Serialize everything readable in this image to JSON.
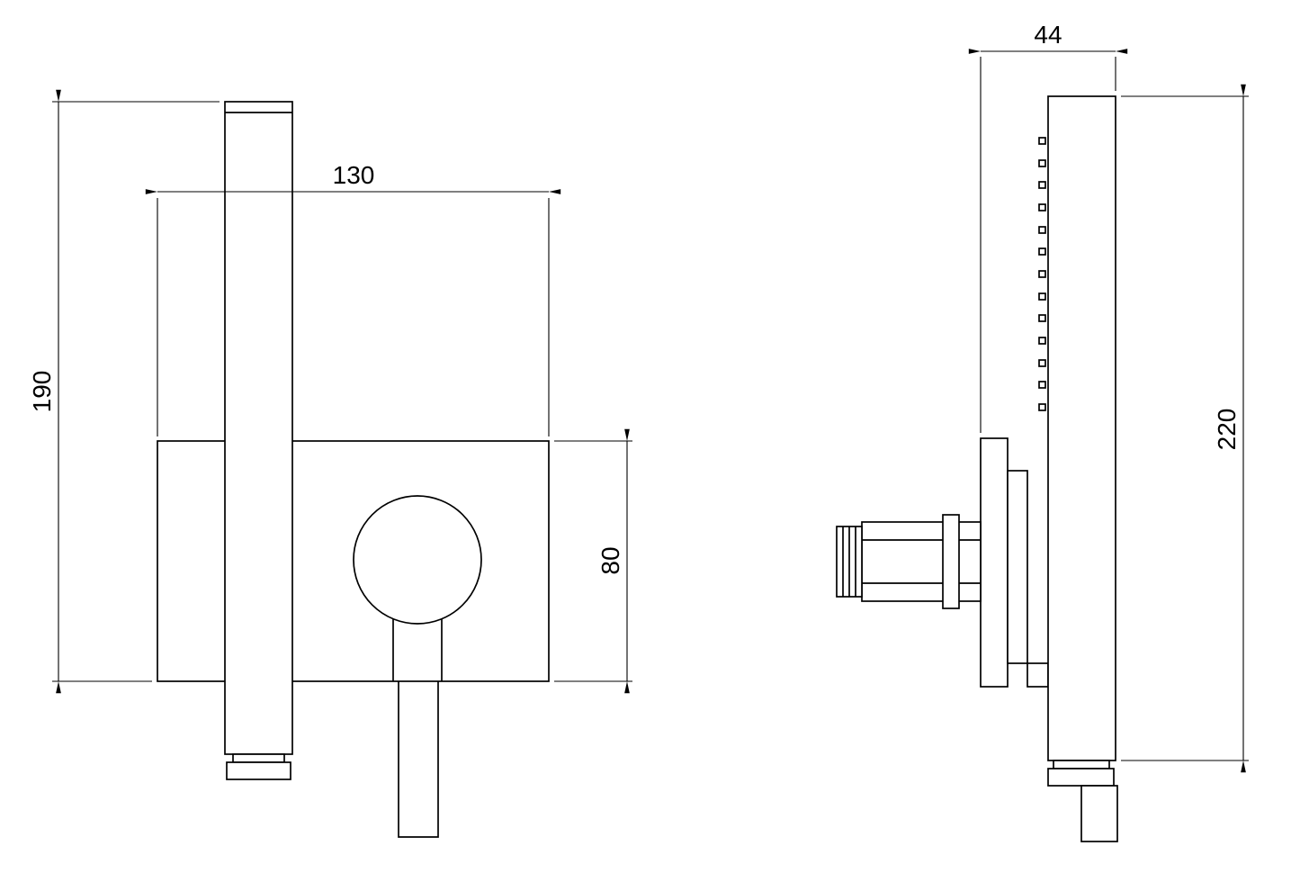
{
  "drawing": {
    "line_color": "#000000",
    "background": "#ffffff",
    "front_view": {
      "width_dim": "130",
      "overall_height_dim": "190",
      "plate_height_dim": "80"
    },
    "side_view": {
      "depth_dim": "44",
      "overall_height_dim": "220"
    }
  }
}
